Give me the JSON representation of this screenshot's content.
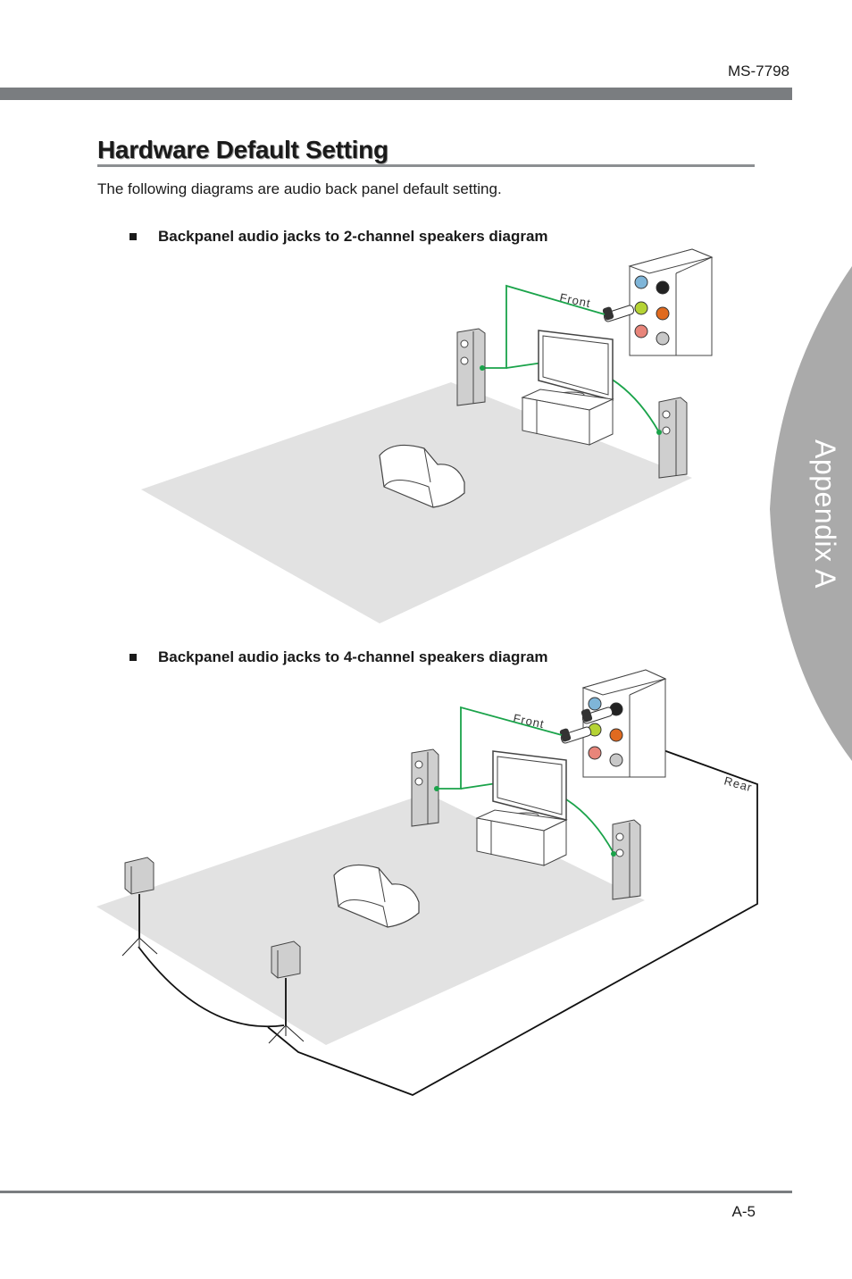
{
  "header": {
    "model": "MS-7798"
  },
  "section": {
    "title": "Hardware Default Setting",
    "intro": "The following diagrams are audio back panel default setting."
  },
  "diagrams": [
    {
      "caption": "Backpanel audio jacks to 2-channel speakers diagram",
      "labels": {
        "front": "Front"
      }
    },
    {
      "caption": "Backpanel audio jacks to 4-channel speakers diagram",
      "labels": {
        "front": "Front",
        "rear": "Rear"
      }
    }
  ],
  "side_tab": {
    "label": "Appendix A"
  },
  "footer": {
    "page": "A-5"
  },
  "colors": {
    "bar": "#7a7d80",
    "floor": "#e2e2e2",
    "front_cable": "#1aa34a",
    "rear_cable": "#111111",
    "tab": "#aaaaaa",
    "jack_lightblue": "#7fb5d8",
    "jack_green": "#b5d334",
    "jack_pink": "#e8857a",
    "jack_orange": "#e06a1f",
    "jack_black": "#222222",
    "jack_gray": "#c8c8c8"
  }
}
